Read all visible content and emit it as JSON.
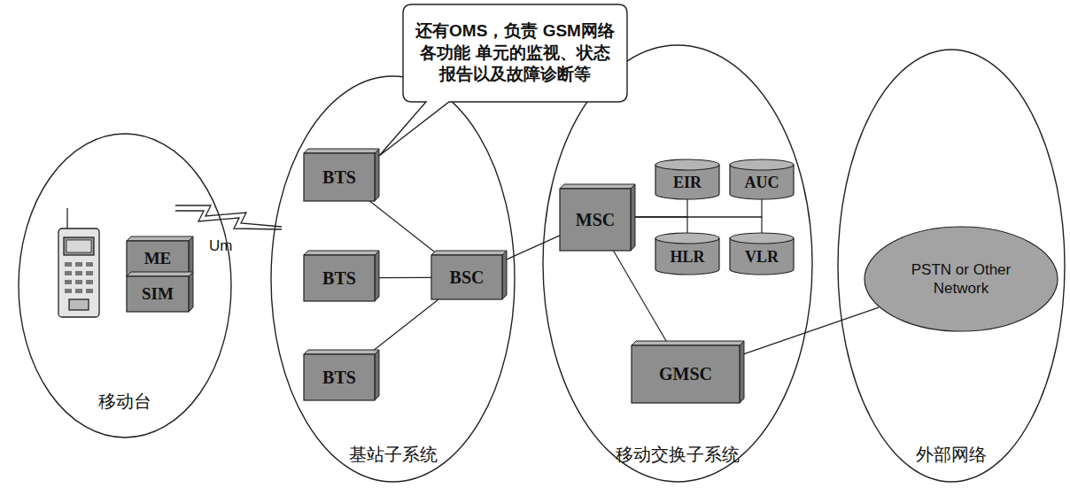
{
  "diagram": {
    "nodes": [
      {
        "text": [
          "移动台"
        ]
      },
      {
        "text": [
          "ME"
        ],
        "in": 0
      },
      {
        "text": [
          "SIM"
        ],
        "in": 0
      },
      {
        "text": [
          "基站子系统"
        ]
      },
      {
        "text": [
          "BTS"
        ],
        "in": 3
      },
      {
        "text": [
          "BTS"
        ],
        "in": 3
      },
      {
        "text": [
          "BTS"
        ],
        "in": 3
      },
      {
        "text": [
          "BSC"
        ],
        "in": 3
      },
      {
        "text": [
          "移动交换子系统"
        ]
      },
      {
        "text": [
          "MSC"
        ],
        "in": 8
      },
      {
        "text": [
          "EIR"
        ],
        "in": 8
      },
      {
        "text": [
          "AUC"
        ],
        "in": 8
      },
      {
        "text": [
          "HLR"
        ],
        "in": 8
      },
      {
        "text": [
          "VLR"
        ],
        "in": 8
      },
      {
        "text": [
          "GMSC"
        ],
        "in": 8
      },
      {
        "text": [
          "外部网络"
        ]
      },
      {
        "text": [
          "PSTN or Other Network"
        ],
        "in": 15
      },
      {
        "text": [
          "还有OMS，负责 GSM网络各功能 单元的监视、状态 报告以及故障诊断等"
        ]
      }
    ],
    "edges": [
      {
        "from": 4,
        "to": 7,
        "arrow": "none"
      },
      {
        "from": 5,
        "to": 7,
        "arrow": "none"
      },
      {
        "from": 6,
        "to": 7,
        "arrow": "none"
      },
      {
        "from": 7,
        "to": 9,
        "arrow": "none"
      },
      {
        "from": 9,
        "to": 10,
        "arrow": "none"
      },
      {
        "from": 9,
        "to": 11,
        "arrow": "none"
      },
      {
        "from": 9,
        "to": 12,
        "arrow": "none"
      },
      {
        "from": 9,
        "to": 13,
        "arrow": "none"
      },
      {
        "from": 9,
        "to": 14,
        "arrow": "none"
      },
      {
        "from": 14,
        "to": 16,
        "arrow": "none"
      }
    ],
    "labels": [
      "Um"
    ]
  }
}
